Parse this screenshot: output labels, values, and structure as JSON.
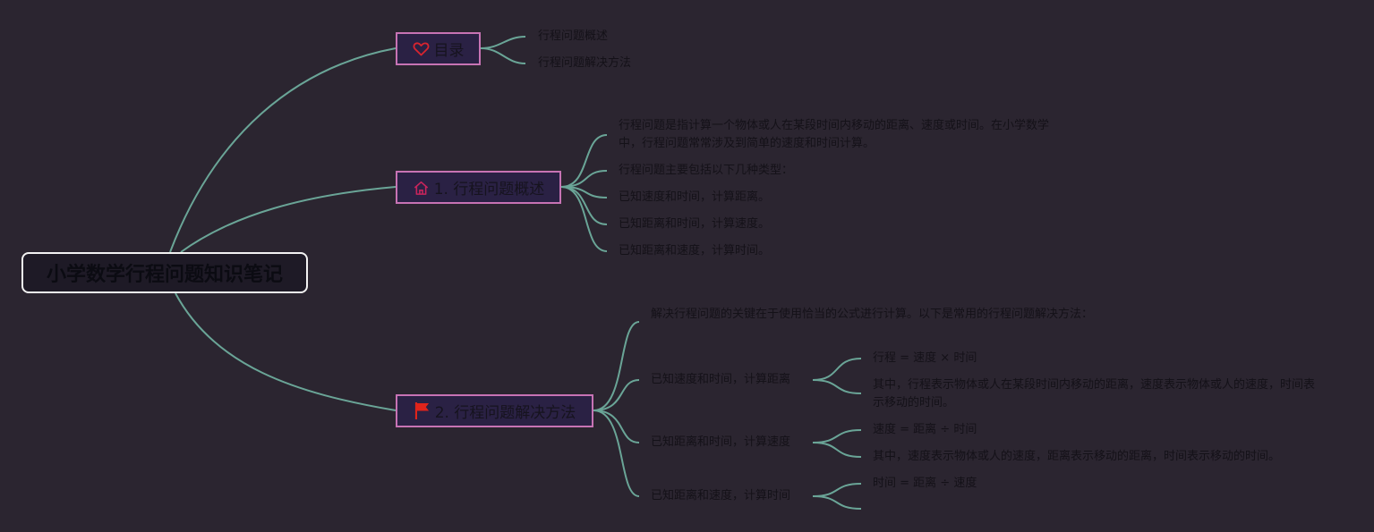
{
  "root": {
    "title": "小学数学行程问题知识笔记"
  },
  "toc": {
    "title": "目录",
    "icon": "heart-icon",
    "items": [
      "行程问题概述",
      "行程问题解决方法"
    ]
  },
  "overview": {
    "title": "1. 行程问题概述",
    "icon": "home-icon",
    "items": [
      "行程问题是指计算一个物体或人在某段时间内移动的距离、速度或时间。在小学数学中，行程问题常常涉及到简单的速度和时间计算。",
      "行程问题主要包括以下几种类型：",
      "已知速度和时间，计算距离。",
      "已知距离和时间，计算速度。",
      "已知距离和速度，计算时间。"
    ]
  },
  "solutions": {
    "title": "2. 行程问题解决方法",
    "icon": "flag-icon",
    "intro": "解决行程问题的关键在于使用恰当的公式进行计算。以下是常用的行程问题解决方法：",
    "methods": [
      {
        "label": "已知速度和时间，计算距离",
        "formula": "行程 = 速度 × 时间",
        "note": "其中，行程表示物体或人在某段时间内移动的距离，速度表示物体或人的速度，时间表示移动的时间。"
      },
      {
        "label": "已知距离和时间，计算速度",
        "formula": "速度 = 距离 ÷ 时间",
        "note": "其中，速度表示物体或人的速度，距离表示移动的距离，时间表示移动的时间。"
      },
      {
        "label": "已知距离和速度，计算时间",
        "formula": "时间 = 距离 ÷ 速度",
        "note": ""
      }
    ]
  },
  "colors": {
    "background": "#2b2530",
    "edge": "#6aa597",
    "branch_border": "#c773b4",
    "branch_fill": "#2a2144",
    "root_border": "#f2f2f2",
    "text": "#141118"
  }
}
